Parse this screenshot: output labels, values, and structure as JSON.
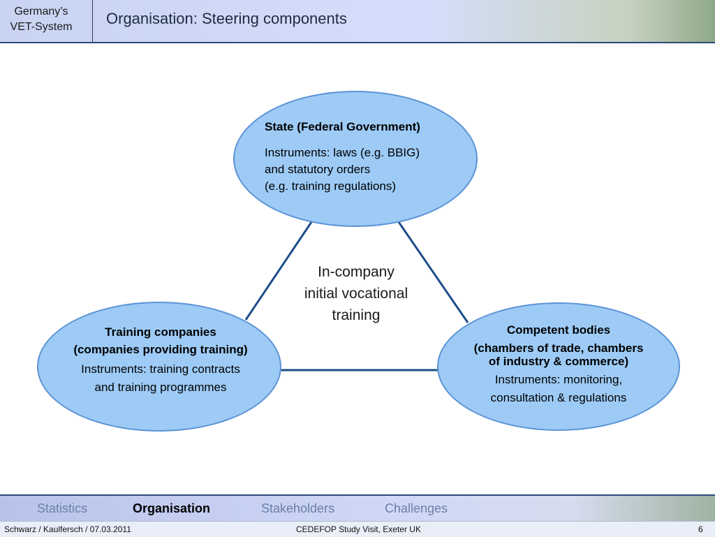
{
  "header": {
    "logo_line1": "Germany’s",
    "logo_line2": "VET-System",
    "title": "Organisation: Steering components"
  },
  "diagram": {
    "center": {
      "line1": "In-company",
      "line2": "initial vocational",
      "line3": "training"
    },
    "state": {
      "title": "State (Federal Government)",
      "line1": "Instruments: laws (e.g. BBIG)",
      "line2": "and statutory orders",
      "line3": "(e.g. training regulations)"
    },
    "companies": {
      "title1": "Training companies",
      "title2": "(companies providing training)",
      "line1": "Instruments: training contracts",
      "line2": "and training programmes"
    },
    "bodies": {
      "title1": "Competent bodies",
      "title2": "(chambers of trade, chambers",
      "title3": "of industry & commerce)",
      "line1": "Instruments: monitoring,",
      "line2": "consultation & regulations"
    },
    "colors": {
      "ellipse_fill": "#9dcbf6",
      "ellipse_stroke": "#5b93d6",
      "connector": "#1f4e8a"
    }
  },
  "nav": {
    "items": [
      "Statistics",
      "Organisation",
      "Stakeholders",
      "Challenges"
    ],
    "active": "Organisation"
  },
  "footer": {
    "left": "Schwarz / Kaulfersch / 07.03.2011",
    "center": "CEDEFOP Study Visit, Exeter UK",
    "page": "6"
  }
}
